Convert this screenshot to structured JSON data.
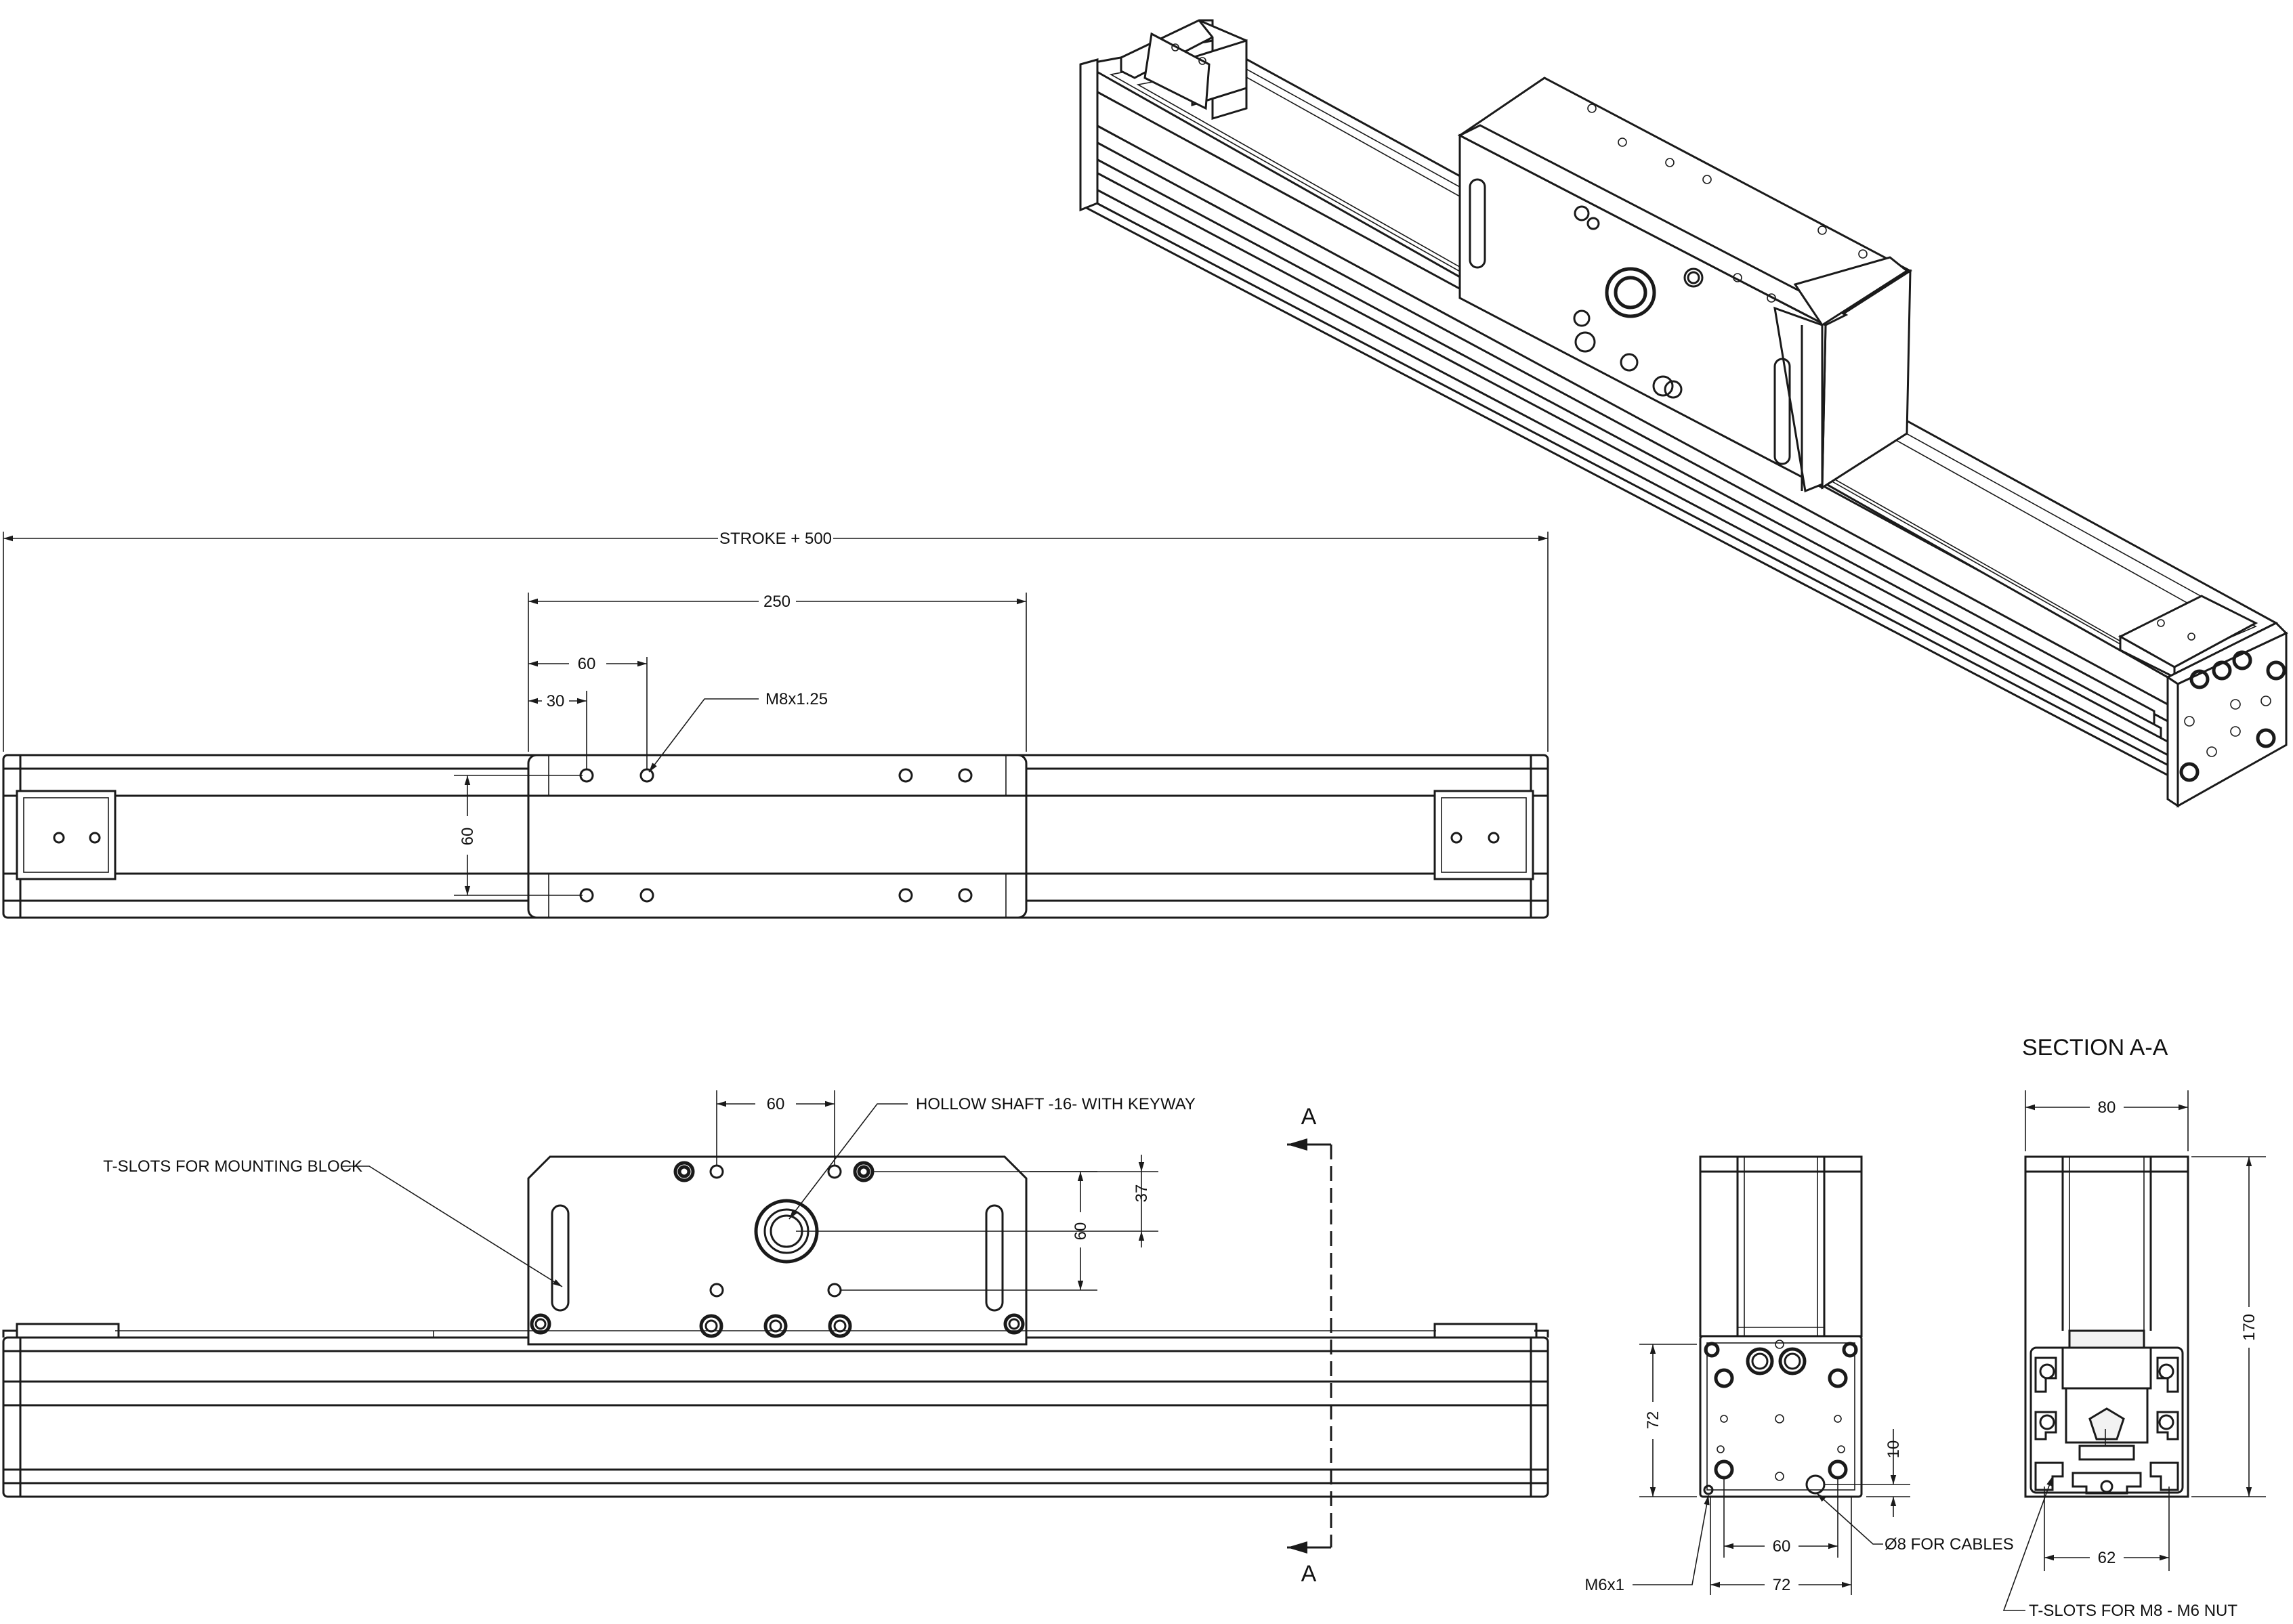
{
  "drawing": {
    "stroke_dim": "STROKE + 500",
    "carriage_length": "250",
    "hole_pitch_60_top": "60",
    "hole_offset_30": "30",
    "thread_m8": "M8x1.25",
    "rail_spacing_60": "60",
    "front_pitch_60": "60",
    "hollow_shaft": "HOLLOW SHAFT -16- WITH KEYWAY",
    "tslots_block": "T-SLOTS FOR MOUNTING BLOCK",
    "dim_37": "37",
    "dim_60_vert": "60",
    "section_label_a_top": "A",
    "section_label_a_bottom": "A",
    "end_dim_72_vert": "72",
    "end_dim_10": "10",
    "end_dim_60": "60",
    "end_dim_72": "72",
    "thread_m6": "M6x1",
    "cables": "Ø8 FOR CABLES",
    "section_title": "SECTION A-A",
    "sec_dim_80": "80",
    "sec_dim_170": "170",
    "sec_dim_62": "62",
    "tslots_nut": "T-SLOTS FOR M8 - M6 NUT"
  }
}
